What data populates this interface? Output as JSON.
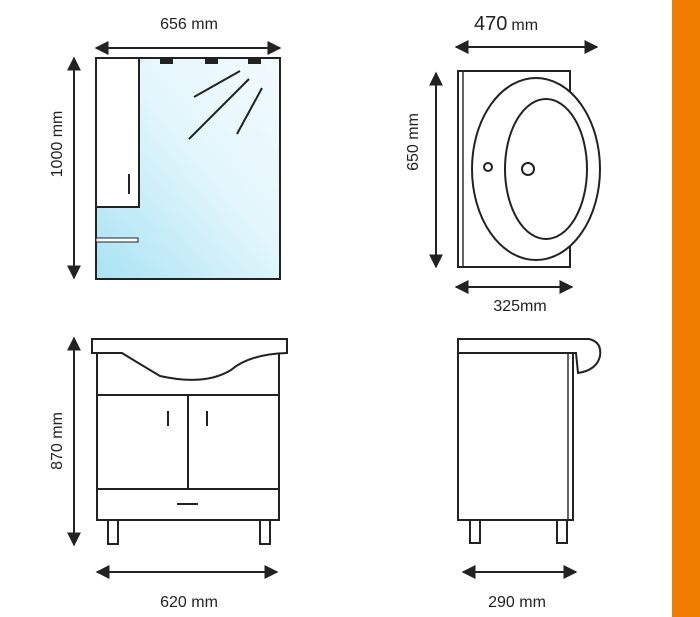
{
  "colors": {
    "accent": "#f07d00",
    "line": "#222222",
    "mirror_light": "#f3fbff",
    "mirror_dark": "#a9e3f3"
  },
  "dimensions": {
    "mirror_width": "656 mm",
    "mirror_height": "1000 mm",
    "basin_width_num": "470",
    "basin_width_unit": "mm",
    "basin_height": "650 mm",
    "basin_depth": "325mm",
    "vanity_height": "870 mm",
    "vanity_width": "620 mm",
    "side_depth": "290 mm"
  }
}
